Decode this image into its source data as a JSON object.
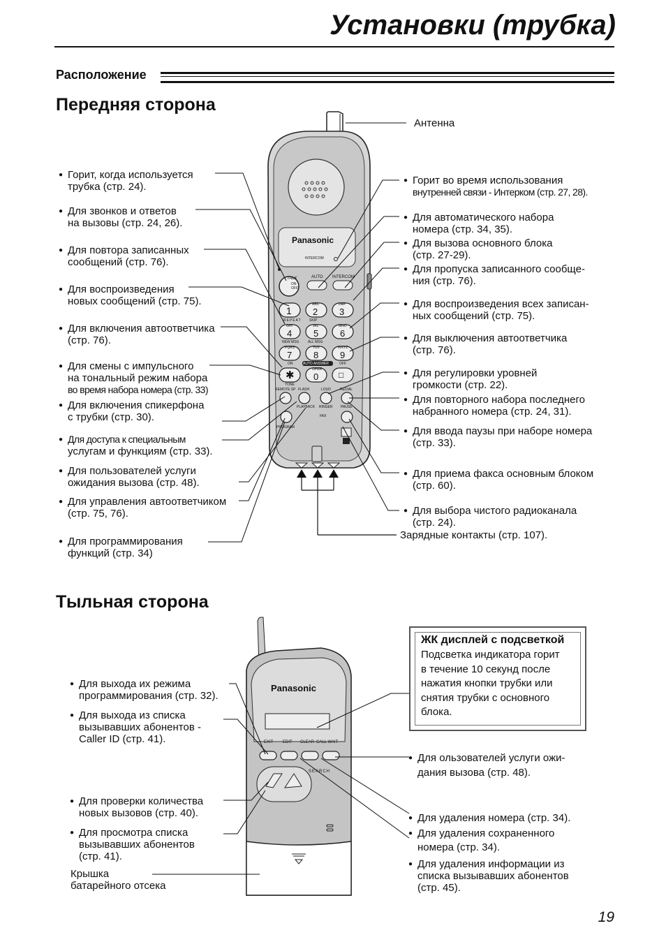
{
  "header": {
    "title": "Установки (трубка)",
    "section": "Расположение"
  },
  "front": {
    "heading": "Передняя сторона",
    "antenna": "Антенна",
    "brand": "Panasonic",
    "intercom_led": "INTERCOM",
    "keys": {
      "auto": "AUTO",
      "intercom": "INTERCOM",
      "talk": "TALK",
      "on": "ON",
      "off": "OFF",
      "repeat": "REPEAT",
      "skip": "SKIP",
      "new_msg": "NEW MSG",
      "all_msg": "ALL MSG",
      "on2": "ON",
      "auto_answer": "AUTO ANSWER",
      "off2": "OFF",
      "tone": "TONE",
      "remote_sp": "REMOTE SP",
      "flash": "FLASH",
      "loud": "LOUD",
      "redial": "REDIAL",
      "playback": "PLAYBACK",
      "ringer": "RINGER",
      "pause": "PAUSE",
      "fax": "FAX",
      "program": "PROGRAM",
      "oper": "OPER",
      "d1": "1",
      "d2": "2",
      "d3": "3",
      "d4": "4",
      "d5": "5",
      "d6": "6",
      "d7": "7",
      "d8": "8",
      "d9": "9",
      "d0": "0",
      "abc": "ABC",
      "def": "DEF",
      "ghi": "GHI",
      "jkl": "JKL",
      "mno": "MNO",
      "pqrs": "PQRS",
      "tuv": "TUV",
      "wxyz": "WXYZ",
      "star": "✱",
      "hash": "□"
    },
    "left": [
      [
        "Горит, когда используется",
        "трубка (стр. 24)."
      ],
      [
        "Для звонков и ответов",
        "на вызовы (стр. 24, 26)."
      ],
      [
        "Для повтора записанных",
        "сообщений (стр. 76)."
      ],
      [
        "Для воспроизведения",
        "новых сообщений (стр. 75)."
      ],
      [
        "Для включения автоответчика",
        "(стр. 76)."
      ],
      [
        "Для смены с импульсного",
        "на тональный режим набора",
        "во время набора номера (стр. 33)"
      ],
      [
        "Для включения спикерфона",
        "с трубки (стр. 30)."
      ],
      [
        "Для доступа к специальным",
        "услугам и функциям (стр. 33)."
      ],
      [
        "Для пользователей услуги",
        "ожидания вызова (стр. 48)."
      ],
      [
        "Для управления автоответчиком",
        "(стр. 75, 76)."
      ],
      [
        "Для программирования",
        "функций (стр. 34)"
      ]
    ],
    "right": [
      [
        "Горит во время использования",
        "внутренней связи - Интерком (стр. 27, 28)."
      ],
      [
        "Для автоматического набора",
        "номера (стр. 34, 35)."
      ],
      [
        "Для вызова основного блока",
        "(стр. 27-29)."
      ],
      [
        "Для пропуска записанного сообще-",
        "ния (стр. 76)."
      ],
      [
        "Для воспроизведения всех записан-",
        "ных сообщений (стр. 75)."
      ],
      [
        "Для выключения автоответчика",
        "(стр. 76)."
      ],
      [
        "Для регулировки уровней",
        "громкости (стр. 22)."
      ],
      [
        "Для повторного набора последнего",
        "набранного номера (стр. 24, 31)."
      ],
      [
        "Для ввода паузы при наборе номера",
        "(стр. 33)."
      ],
      [
        "Для приема факса основным блоком",
        "(стр. 60)."
      ],
      [
        "Для выбора чистого радиоканала",
        "(стр. 24)."
      ]
    ],
    "charge": "Зарядные контакты (стр. 107)."
  },
  "back": {
    "heading": "Тыльная сторона",
    "brand": "Panasonic",
    "keys": {
      "exit": "EXIT",
      "edit": "EDIT",
      "clear": "CLEAR",
      "call_wait": "CALL WAIT",
      "search": "SEARCH"
    },
    "left": [
      [
        "Для выхода их режима",
        "программирования (стр. 32)."
      ],
      [
        "Для выхода из списка",
        "вызывавших абонентов -",
        "Caller ID (стр. 41)."
      ],
      [
        "Для проверки количества",
        "новых вызовов (стр. 40)."
      ],
      [
        "Для просмотра списка",
        "вызывавших абонентов",
        "(стр. 41)."
      ]
    ],
    "battery": [
      "Крышка",
      "батарейного отсека"
    ],
    "lcd_title": "ЖК дисплей с подсветкой",
    "lcd_text": [
      "Подсветка индикатора горит",
      "в течение 10 секунд после",
      "нажатия кнопки трубки или",
      "снятия трубки с основного",
      "блока."
    ],
    "right": [
      [
        "Для ользователей услуги ожи-",
        "дания вызова (стр. 48)."
      ],
      [
        "Для удаления номера (стр. 34)."
      ],
      [
        "Для удаления сохраненного",
        "номера (стр. 34)."
      ],
      [
        "Для удаления информации из",
        "списка вызывавших абонентов",
        "(стр. 45)."
      ]
    ]
  },
  "page_number": "19"
}
